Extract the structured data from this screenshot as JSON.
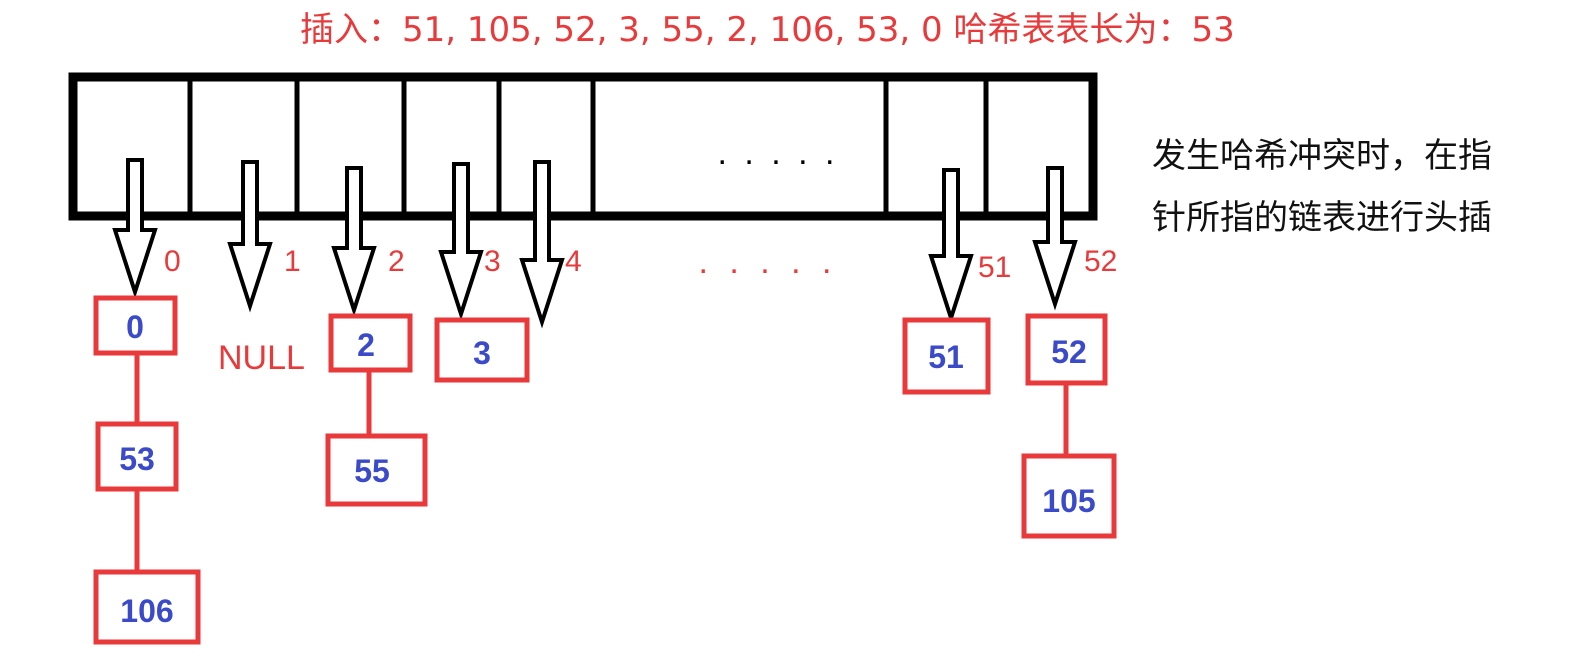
{
  "title": "插入：51, 105, 52, 3, 55, 2, 106, 53, 0  哈希表表长为：53",
  "note_lines": [
    "发生哈希冲突时，在指",
    "针所指的链表进行头插"
  ],
  "table": {
    "ellipsis_inside": ". . . . .",
    "ellipsis_below": ". . . . .",
    "bucket_indices": [
      "0",
      "1",
      "2",
      "3",
      "4",
      "51",
      "52"
    ]
  },
  "buckets": [
    {
      "index": "0",
      "null_label": "",
      "nodes": [
        "0",
        "53",
        "106"
      ]
    },
    {
      "index": "1",
      "null_label": "NULL",
      "nodes": []
    },
    {
      "index": "2",
      "null_label": "",
      "nodes": [
        "2",
        "55"
      ]
    },
    {
      "index": "3",
      "null_label": "",
      "nodes": [
        "3"
      ]
    },
    {
      "index": "4",
      "null_label": "",
      "nodes": []
    },
    {
      "index": "51",
      "null_label": "",
      "nodes": [
        "51"
      ]
    },
    {
      "index": "52",
      "null_label": "",
      "nodes": [
        "52",
        "105"
      ]
    }
  ],
  "colors": {
    "red": "#e8393b",
    "node_text": "#3b4ac8",
    "black": "#000000"
  }
}
